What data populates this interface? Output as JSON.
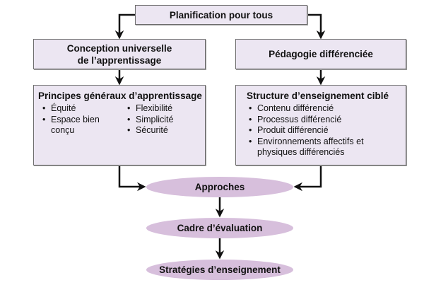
{
  "top": {
    "label": "Planification pour tous"
  },
  "left": {
    "header": "Conception universelle\nde l’apprentissage",
    "header_line1": "Conception universelle",
    "header_line2": "de l’apprentissage",
    "principles": {
      "title": "Principes généraux d’apprentissage",
      "col1": [
        "Équité",
        "Espace bien conçu"
      ],
      "col2": [
        "Flexibilité",
        "Simplicité",
        "Sécurité"
      ]
    }
  },
  "right": {
    "header": "Pédagogie différenciée",
    "structure": {
      "title": "Structure d’enseignement ciblé",
      "items": [
        "Contenu différencié",
        "Processus différencié",
        "Produit différencié",
        "Environnements affectifs et physiques différenciés"
      ]
    }
  },
  "flow": [
    "Approches",
    "Cadre d’évaluation",
    "Stratégies d’enseignement"
  ],
  "colors": {
    "box_fill": "#ece6f2",
    "ellipse_fill": "#d7bfdc",
    "arrow": "#111111"
  }
}
